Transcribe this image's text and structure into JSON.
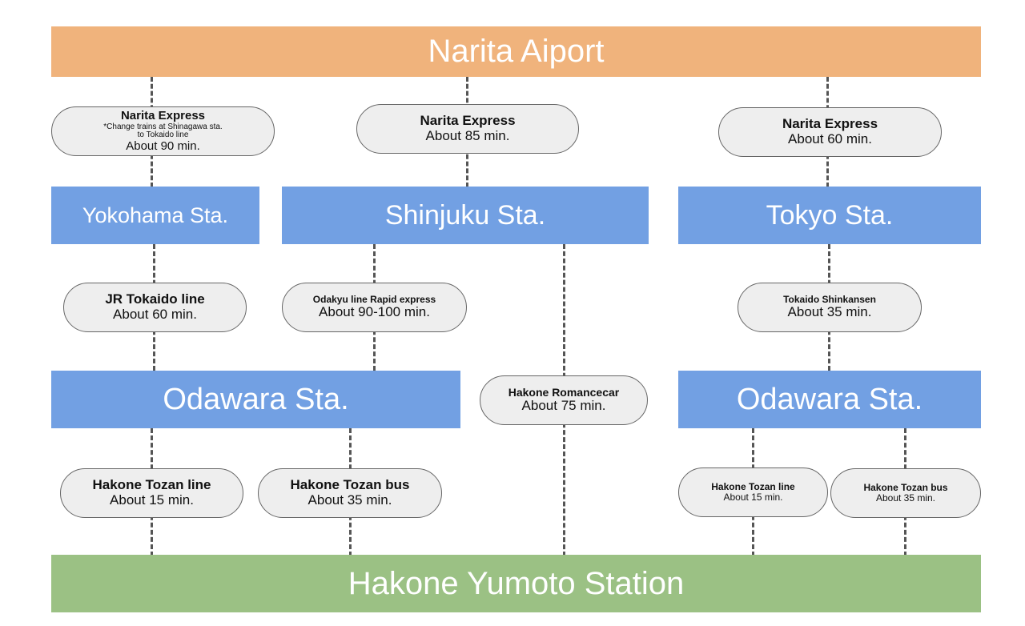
{
  "top": {
    "label": "Narita Aiport",
    "color": "#f0b37c"
  },
  "bottom": {
    "label": "Hakone Yumoto Station",
    "color": "#9bc184"
  },
  "station_color": "#72a0e3",
  "stations": {
    "yokohama": "Yokohama Sta.",
    "shinjuku": "Shinjuku Sta.",
    "tokyo": "Tokyo Sta.",
    "odawara_left": "Odawara Sta.",
    "odawara_right": "Odawara Sta."
  },
  "routes": {
    "narita_yokohama": {
      "title": "Narita Express",
      "note": "*Change trains at Shinagawa sta. to Tokaido line",
      "duration": "About 90 min."
    },
    "narita_shinjuku": {
      "title": "Narita Express",
      "duration": "About 85 min."
    },
    "narita_tokyo": {
      "title": "Narita Express",
      "duration": "About 60 min."
    },
    "jr_tokaido": {
      "title": "JR Tokaido line",
      "duration": "About 60 min."
    },
    "odakyu_rapid": {
      "title": "Odakyu line Rapid express",
      "duration": "About 90-100 min."
    },
    "romancecar": {
      "title": "Hakone Romancecar",
      "duration": "About 75 min."
    },
    "shinkansen": {
      "title": "Tokaido Shinkansen",
      "duration": "About 35 min."
    },
    "tozan_line_left": {
      "title": "Hakone Tozan line",
      "duration": "About 15 min."
    },
    "tozan_bus_left": {
      "title": "Hakone Tozan bus",
      "duration": "About 35 min."
    },
    "tozan_line_right": {
      "title": "Hakone Tozan line",
      "duration": "About 15 min."
    },
    "tozan_bus_right": {
      "title": "Hakone Tozan bus",
      "duration": "About 35 min."
    }
  }
}
